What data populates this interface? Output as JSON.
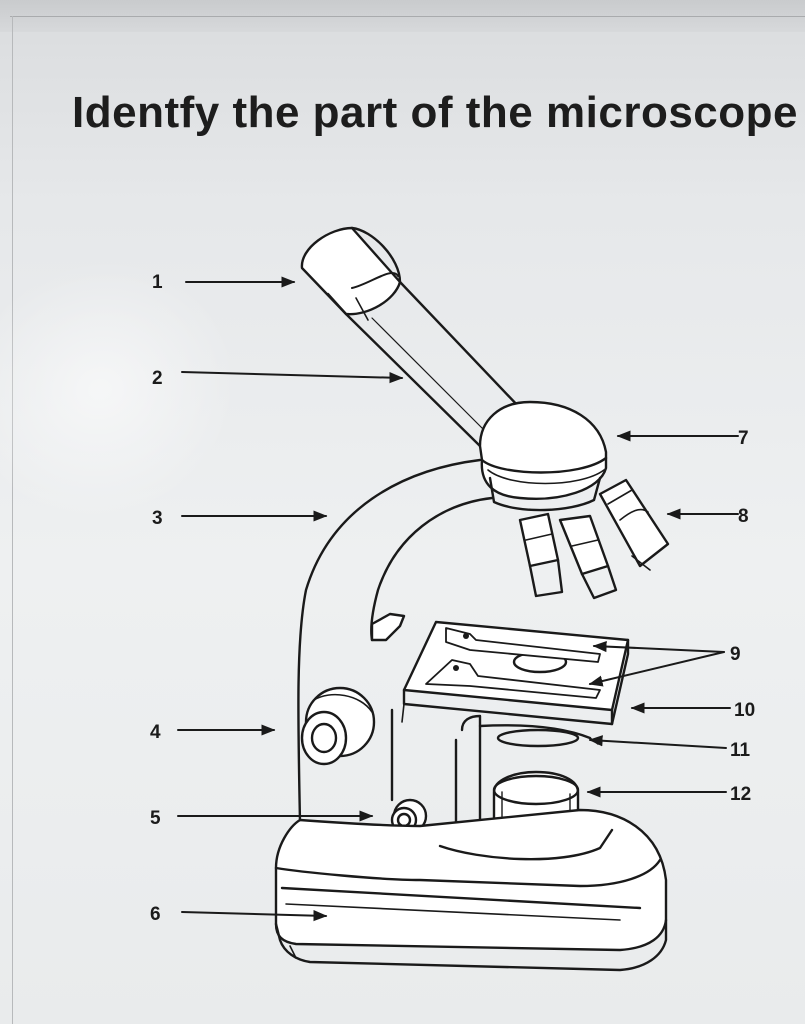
{
  "title": "Identfy the part of the microscope",
  "labels": [
    "1",
    "2",
    "3",
    "4",
    "5",
    "6",
    "7",
    "8",
    "9",
    "10",
    "11",
    "12"
  ]
}
